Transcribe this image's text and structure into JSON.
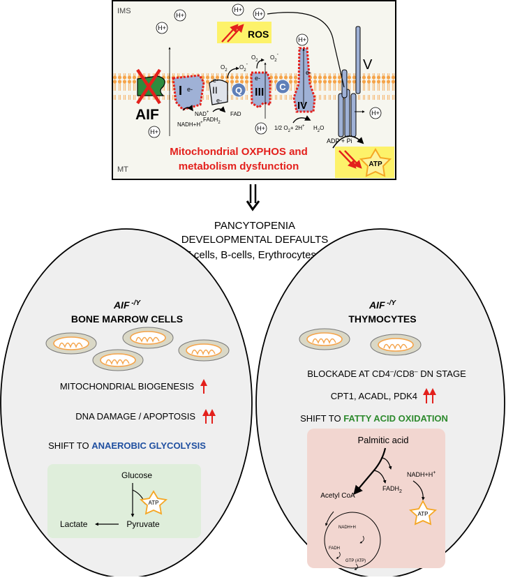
{
  "top_panel": {
    "ims_label": "IMS",
    "mt_label": "MT",
    "proton": "H+",
    "ros_label": "ROS",
    "aif_label": "AIF",
    "complex_i": "I",
    "complex_ii": "II",
    "complex_iii": "III",
    "complex_iv": "IV",
    "complex_v": "V",
    "q_label": "Q",
    "c_label": "C",
    "electron": "e-",
    "o2": "O",
    "o2_sub": "2",
    "superoxide_sup": "-",
    "nad": "NAD",
    "nad_sup": "+",
    "nadh": "NADH+H",
    "nadh_sup": "+",
    "fadh2": "FADH",
    "fadh2_sub": "2",
    "fad": "FAD",
    "water_reaction": "1/2 O",
    "water_reaction_mid": "+ 2H",
    "water_product": "H",
    "water_product_end": "O",
    "adp": "ADP + Pi",
    "atp": "ATP",
    "dysfunction_line1": "Mitochondrial OXPHOS and",
    "dysfunction_line2": "metabolism dysfunction"
  },
  "middle": {
    "line1": "PANCYTOPENIA",
    "line2": "DEVELOPMENTAL DEFAULTS",
    "line3": "(T-cells, B-cells, Erythrocytes...)"
  },
  "left_oval": {
    "genotype": "AIF",
    "genotype_sup": " -/Y",
    "title": "BONE MARROW CELLS",
    "item1": "MITOCHONDRIAL BIOGENESIS",
    "item2": "DNA DAMAGE / APOPTOSIS",
    "shift_prefix": "SHIFT TO ",
    "shift_target": "ANAEROBIC GLYCOLYSIS",
    "glucose": "Glucose",
    "pyruvate": "Pyruvate",
    "lactate": "Lactate",
    "atp": "ATP"
  },
  "right_oval": {
    "genotype": "AIF",
    "genotype_sup": " -/Y",
    "title": "THYMOCYTES",
    "blockade_a": "BLOCKADE AT CD4",
    "blockade_b": "/CD8",
    "blockade_c": " DN STAGE",
    "minus": "–",
    "item2": "CPT1, ACADL, PDK4",
    "shift_prefix": "SHIFT TO ",
    "shift_target": "FATTY ACID OXIDATION",
    "palmitic": "Palmitic acid",
    "nadh": "NADH+H",
    "nadh_sup": "+",
    "fadh2": "FADH",
    "fadh2_sub": "2",
    "acetyl": "Acetyl CoA",
    "atp": "ATP",
    "cycle_nadh": "NADH+H",
    "cycle_fadh2": "FADH",
    "cycle_gtp": "GTP (ATP)"
  },
  "colors": {
    "red": "#e3201c",
    "blue_text": "#1f4fa0",
    "green_text": "#2d8a2d",
    "yellow": "#fdf26a",
    "complex_fill": "#9fb1d6",
    "membrane": "#f5a44a",
    "oval_fill": "#efefef",
    "green_box": "#dfeedb",
    "pink_box": "#f2d6d0",
    "atp_star": "#f5a623"
  }
}
